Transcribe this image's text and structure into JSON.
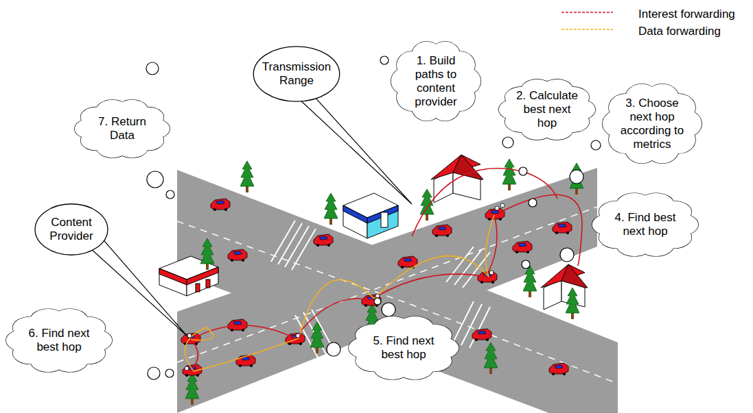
{
  "diagram": {
    "nodes": [
      {
        "text": [
          "7. Return Data"
        ]
      },
      {
        "text": [
          "Transmission Range"
        ]
      },
      {
        "text": [
          "1. Build paths to content provider"
        ]
      },
      {
        "text": [
          "2. Calculate best next hop"
        ]
      },
      {
        "text": [
          "3. Choose next hop according to metrics"
        ]
      },
      {
        "text": [
          "Content Provider"
        ]
      },
      {
        "text": [
          "4. Find best next hop"
        ]
      },
      {
        "text": [
          "6. Find next best hop"
        ]
      },
      {
        "text": [
          "5. Find next best hop"
        ]
      }
    ],
    "legend": [
      {
        "text": "Interest forwarding"
      },
      {
        "text": "Data forwarding"
      }
    ]
  }
}
